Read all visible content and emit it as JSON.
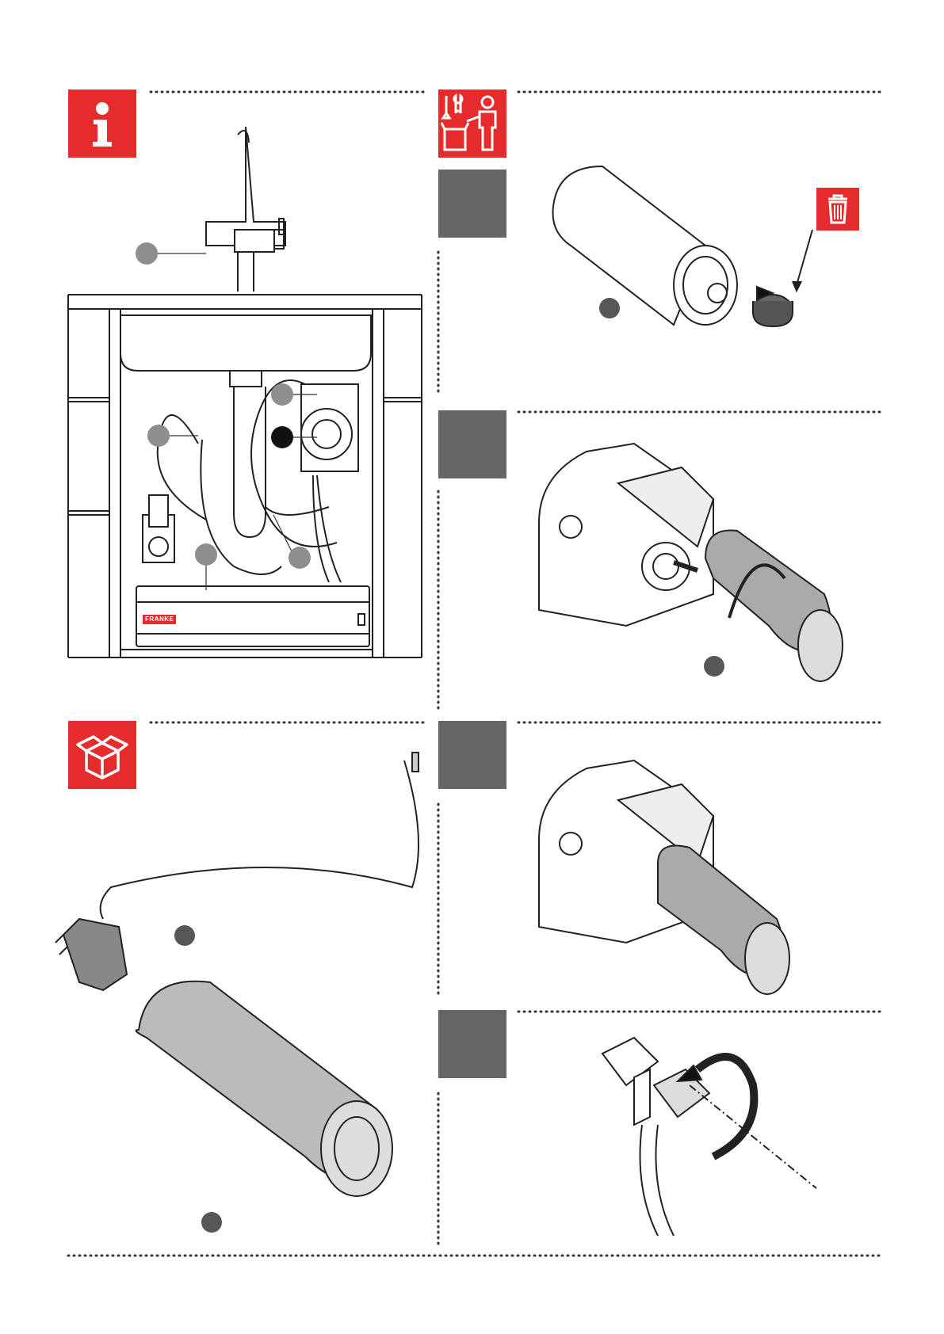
{
  "brand_label": "FRANKE",
  "colors": {
    "accent": "#e52b2b",
    "step": "#656565",
    "callout_grey": "#8e8e8e",
    "callout_dark": "#575757"
  },
  "icons": [
    "info-icon",
    "tools-installer-icon",
    "box-contents-icon",
    "trash-bin-icon"
  ],
  "steps": [
    {
      "name": "step-1",
      "action": "remove-cap"
    },
    {
      "name": "step-2",
      "action": "insert-and-rotate-cartridge"
    },
    {
      "name": "step-3",
      "action": "cartridge-installed"
    },
    {
      "name": "step-4",
      "action": "open-valve"
    }
  ]
}
